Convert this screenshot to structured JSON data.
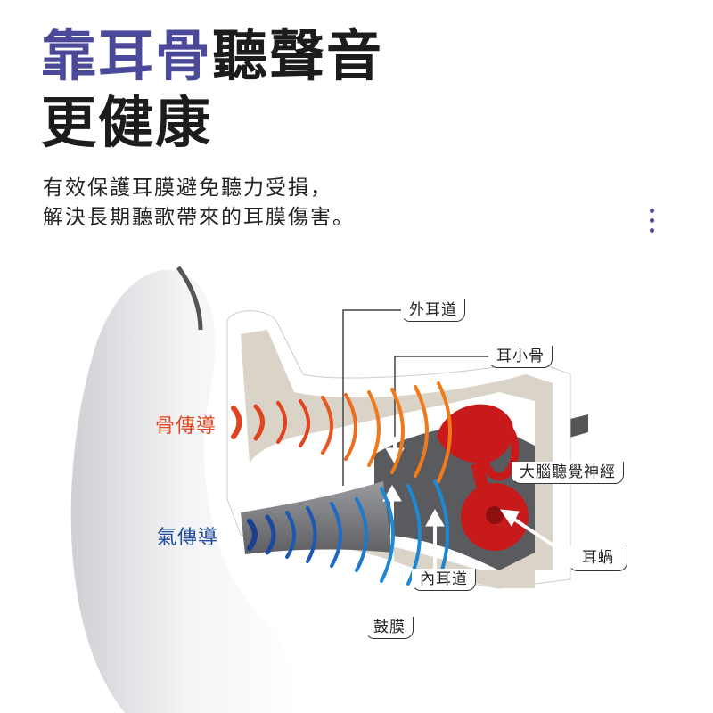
{
  "headline": {
    "line1_accent": "靠耳骨",
    "line1_rest": "聽聲音",
    "line2": "更健康"
  },
  "subtitle": {
    "line1": "有效保護耳膜避免聽力受損，",
    "line2": "解決長期聽歌帶來的耳膜傷害。"
  },
  "diagram": {
    "bone_conduction": "骨傳導",
    "air_conduction": "氣傳導",
    "labels": {
      "outer_canal": "外耳道",
      "ossicles": "耳小骨",
      "auditory_nerve": "大腦聽覺神經",
      "cochlea": "耳蝸",
      "inner_canal": "內耳道",
      "eardrum": "鼓膜"
    }
  },
  "colors": {
    "accent": "#4b4a9a",
    "bone": "#e0431f",
    "bone_orange": "#f07a1a",
    "air": "#1e58b4",
    "cochlea": "#c8191b"
  }
}
